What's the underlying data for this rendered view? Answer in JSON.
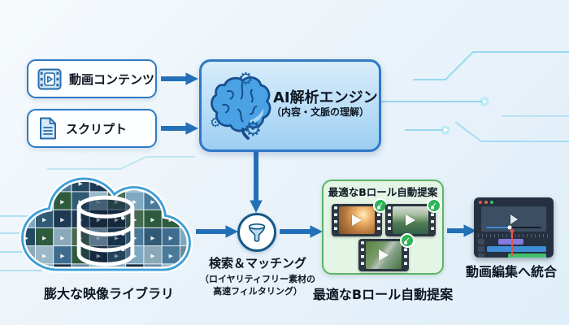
{
  "diagram_title": "",
  "inputs": [
    {
      "label": "動画コンテンツ",
      "icon": "film-icon"
    },
    {
      "label": "スクリプト",
      "icon": "document-icon"
    }
  ],
  "ai_engine": {
    "title": "AI解析エンジン",
    "subtitle": "（内容・文脈の理解）",
    "icon": "brain-with-gears"
  },
  "library": {
    "caption": "膨大な映像ライブラリ",
    "icon": "cloud-database",
    "mosaic_palette": [
      "#1d3a52",
      "#3e6c8e",
      "#7fa8c0",
      "#2e5a3e",
      "#8aa8b8",
      "#1a2b3a",
      "#4a7a9a",
      "#315a74",
      "#6a8aa0",
      "#244a62",
      "#486a50",
      "#9ab8c8"
    ]
  },
  "matching": {
    "title": "検索＆マッチング",
    "subtitle_line1": "（ロイヤリティフリー素材の",
    "subtitle_line2": "高速フィルタリング）",
    "icon": "funnel-icon"
  },
  "broll": {
    "panel_title": "最適なBロール自動提案",
    "caption": "最適なBロール自動提案",
    "thumbnails": [
      {
        "scene": "desert-sunset",
        "checked": true
      },
      {
        "scene": "mountain-lake",
        "checked": true
      },
      {
        "scene": "forest-river",
        "checked": true
      }
    ]
  },
  "editor": {
    "caption": "動画編集へ統合",
    "icon": "video-editor-window"
  },
  "icons": {
    "gear": "⚙",
    "play": "▶",
    "check": "✓"
  },
  "colors": {
    "arrow": "#2470b8",
    "box_border": "#2f7ac4",
    "ai_border": "#2e79c2",
    "green_border": "#5cb567",
    "green_bg": "#e4f5e6",
    "check_green": "#2db457",
    "circuit": "#58c4e4",
    "editor_bg": "#253140",
    "clip_purple": "#8578e0",
    "clip_blue": "#3e8ed8",
    "clip_green": "#41c06e"
  }
}
